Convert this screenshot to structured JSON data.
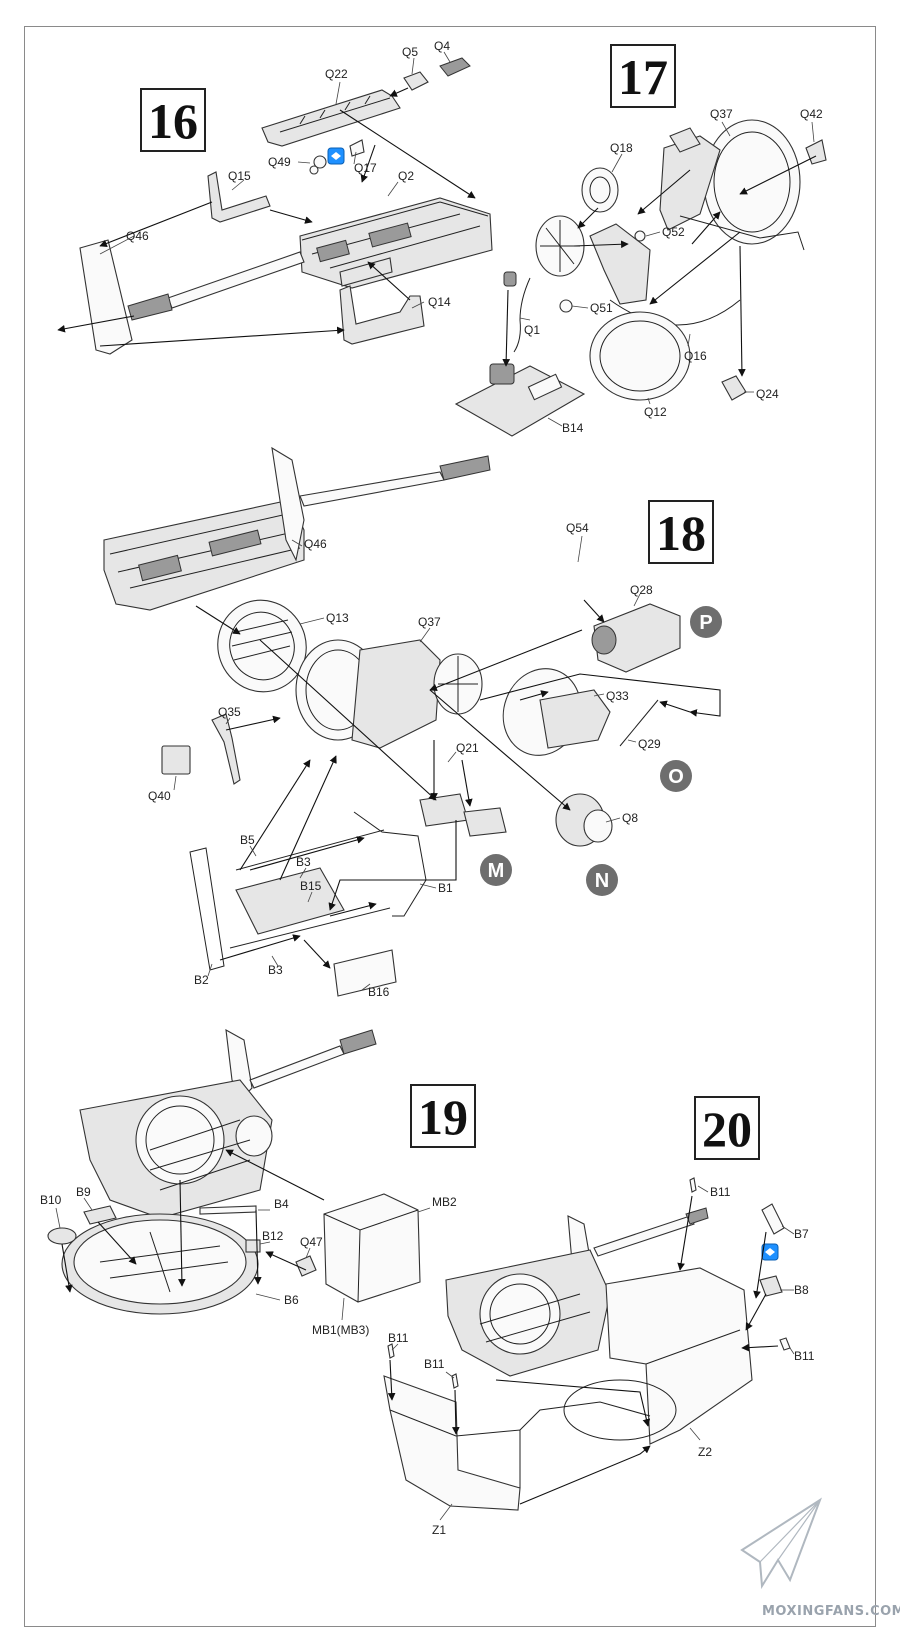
{
  "steps": {
    "s16": "16",
    "s17": "17",
    "s18": "18",
    "s19": "19",
    "s20": "20"
  },
  "labels": {
    "s16": [
      "Q22",
      "Q5",
      "Q4",
      "Q49",
      "Q17",
      "Q15",
      "Q2",
      "Q46",
      "Q14"
    ],
    "s17": [
      "Q37",
      "Q42",
      "Q18",
      "Q52",
      "Q51",
      "Q1",
      "Q16",
      "Q12",
      "Q24",
      "B14"
    ],
    "s18": [
      "Q46",
      "Q54",
      "Q28",
      "Q13",
      "Q37",
      "Q33",
      "Q35",
      "Q29",
      "Q40",
      "Q21",
      "Q8",
      "B5",
      "B3",
      "B15",
      "B1",
      "B2",
      "B3",
      "B16"
    ],
    "s19": [
      "B10",
      "B9",
      "B4",
      "B12",
      "Q47",
      "MB2",
      "MB1(MB3)",
      "B6"
    ],
    "s20": [
      "B11",
      "B7",
      "B8",
      "B11",
      "B11",
      "B11",
      "Z2",
      "Z1"
    ]
  },
  "subassemblies": [
    "P",
    "O",
    "M",
    "N"
  ],
  "icons": {
    "alternate_part_icon": "double-arrow-badge",
    "alternate_part_color": "#1e90ff"
  },
  "watermark": "MOXINGFANS.COM"
}
